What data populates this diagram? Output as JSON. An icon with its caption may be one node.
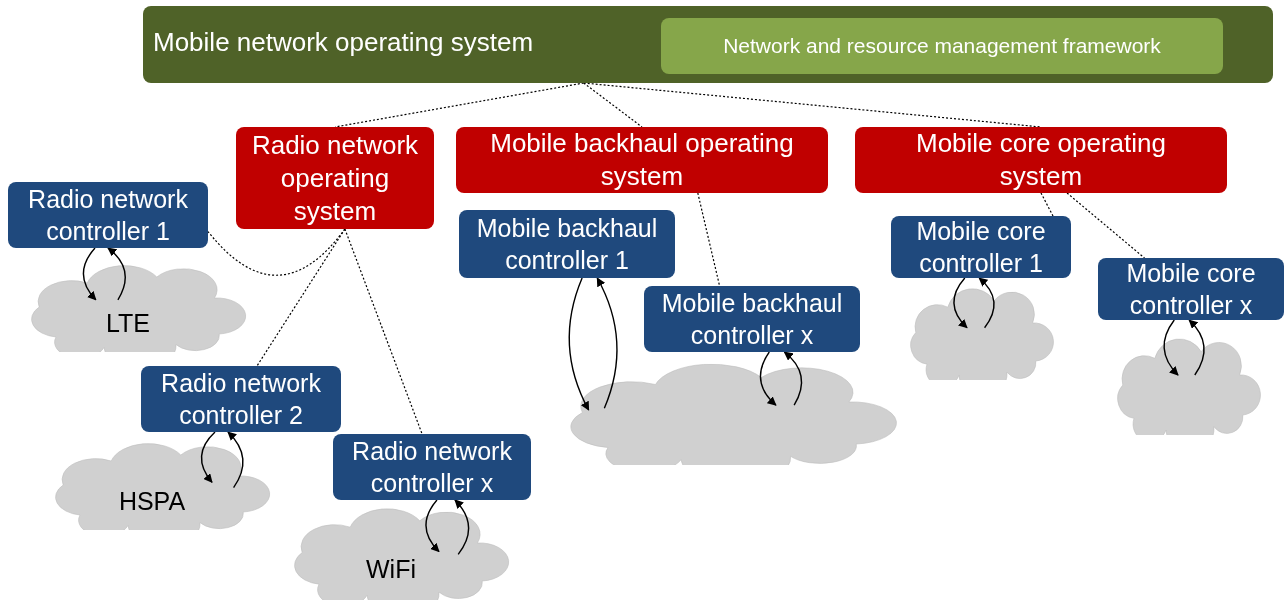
{
  "diagram": {
    "nodes": [
      {
        "text": [
          "Mobile network operating system"
        ]
      },
      {
        "text": [
          "Network and resource management framework"
        ],
        "in": 0
      },
      {
        "text": [
          "Radio network operating system"
        ]
      },
      {
        "text": [
          "Mobile backhaul operating system"
        ]
      },
      {
        "text": [
          "Mobile core operating system"
        ]
      },
      {
        "text": [
          "Radio network controller 1"
        ]
      },
      {
        "text": [
          "Radio network controller 2"
        ]
      },
      {
        "text": [
          "Radio network controller x"
        ]
      },
      {
        "text": [
          "Mobile backhaul controller 1"
        ]
      },
      {
        "text": [
          "Mobile backhaul controller x"
        ]
      },
      {
        "text": [
          "Mobile core controller 1"
        ]
      },
      {
        "text": [
          "Mobile core controller x"
        ]
      },
      {
        "text": [
          "LTE"
        ]
      },
      {
        "text": [
          "HSPA"
        ]
      },
      {
        "text": [
          "WiFi"
        ]
      },
      {
        "text": [],
        "shape": "cloud"
      },
      {
        "text": [],
        "shape": "cloud"
      },
      {
        "text": [],
        "shape": "cloud"
      }
    ],
    "edges": [
      {
        "from": 0,
        "to": 2,
        "arrow": "none",
        "style": "dashed"
      },
      {
        "from": 0,
        "to": 3,
        "arrow": "none",
        "style": "dashed"
      },
      {
        "from": 0,
        "to": 4,
        "arrow": "none",
        "style": "dashed"
      },
      {
        "from": 2,
        "to": 5,
        "arrow": "none",
        "style": "dashed"
      },
      {
        "from": 2,
        "to": 6,
        "arrow": "none",
        "style": "dashed"
      },
      {
        "from": 2,
        "to": 7,
        "arrow": "none",
        "style": "dashed"
      },
      {
        "from": 3,
        "to": 9,
        "arrow": "none",
        "style": "dashed"
      },
      {
        "from": 4,
        "to": 10,
        "arrow": "none",
        "style": "dashed"
      },
      {
        "from": 4,
        "to": 11,
        "arrow": "none",
        "style": "dashed"
      },
      {
        "from": 5,
        "to": 12,
        "arrow": "to"
      },
      {
        "from": 12,
        "to": 5,
        "arrow": "to"
      },
      {
        "from": 6,
        "to": 13,
        "arrow": "to"
      },
      {
        "from": 13,
        "to": 6,
        "arrow": "to"
      },
      {
        "from": 7,
        "to": 14,
        "arrow": "to"
      },
      {
        "from": 14,
        "to": 7,
        "arrow": "to"
      },
      {
        "from": 8,
        "to": 15,
        "arrow": "to"
      },
      {
        "from": 15,
        "to": 8,
        "arrow": "to"
      },
      {
        "from": 9,
        "to": 15,
        "arrow": "to"
      },
      {
        "from": 15,
        "to": 9,
        "arrow": "to"
      },
      {
        "from": 10,
        "to": 16,
        "arrow": "to"
      },
      {
        "from": 16,
        "to": 10,
        "arrow": "to"
      },
      {
        "from": 11,
        "to": 17,
        "arrow": "to"
      },
      {
        "from": 17,
        "to": 11,
        "arrow": "to"
      }
    ]
  }
}
